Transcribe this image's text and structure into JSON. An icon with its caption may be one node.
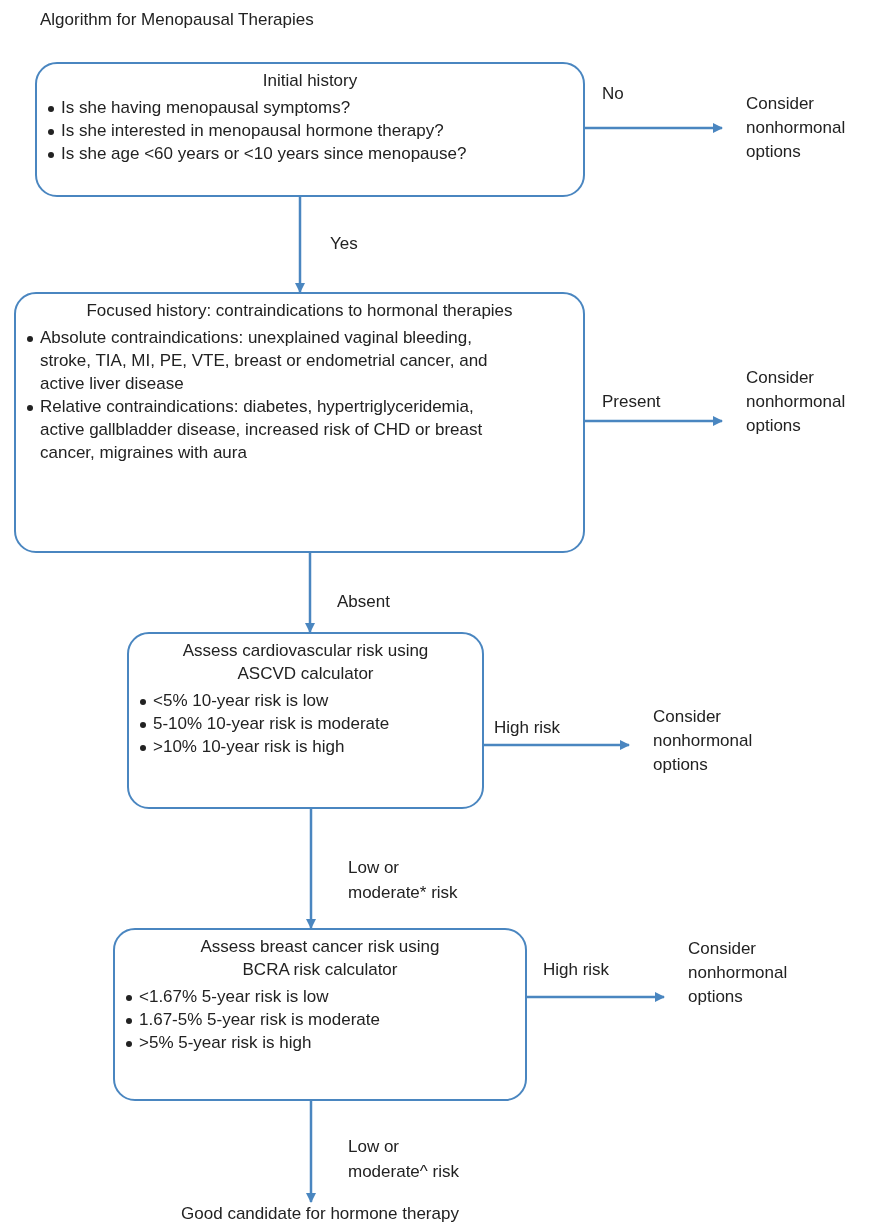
{
  "diagram": {
    "title": "Algorithm for Menopausal Therapies",
    "nodes": [
      {
        "text": [
          "Initial history",
          "Is she having menopausal symptoms?",
          "Is she interested in menopausal hormone therapy?",
          "Is she age <60 years or <10 years since menopause?"
        ]
      },
      {
        "text": [
          "Consider nonhormonal options"
        ]
      },
      {
        "text": [
          "Focused history: contraindications to hormonal therapies",
          "Absolute contraindications: unexplained vaginal bleeding, stroke, TIA, MI, PE, VTE, breast or endometrial cancer, and active liver disease",
          "Relative contraindications: diabetes, hypertriglyceridemia, active gallbladder disease, increased risk of CHD or breast cancer, migraines with aura"
        ]
      },
      {
        "text": [
          "Consider nonhormonal options"
        ]
      },
      {
        "text": [
          "Assess cardiovascular risk using ASCVD calculator",
          "<5% 10-year risk is low",
          "5-10% 10-year risk is moderate",
          ">10% 10-year risk is high"
        ]
      },
      {
        "text": [
          "Consider nonhormonal options"
        ]
      },
      {
        "text": [
          "Assess breast cancer risk using BCRA risk calculator",
          "<1.67% 5-year risk is low",
          "1.67-5% 5-year risk is moderate",
          ">5% 5-year risk is high"
        ]
      },
      {
        "text": [
          "Consider nonhormonal options"
        ]
      },
      {
        "text": [
          "Good candidate for hormone therapy"
        ]
      }
    ],
    "edges": [
      {
        "from": 0,
        "to": 1,
        "arrow": "to",
        "label": "No"
      },
      {
        "from": 0,
        "to": 2,
        "arrow": "to",
        "label": "Yes"
      },
      {
        "from": 2,
        "to": 3,
        "arrow": "to",
        "label": "Present"
      },
      {
        "from": 2,
        "to": 4,
        "arrow": "to",
        "label": "Absent"
      },
      {
        "from": 4,
        "to": 5,
        "arrow": "to",
        "label": "High risk"
      },
      {
        "from": 4,
        "to": 6,
        "arrow": "to",
        "label": "Low or moderate* risk"
      },
      {
        "from": 6,
        "to": 7,
        "arrow": "to",
        "label": "High risk"
      },
      {
        "from": 6,
        "to": 8,
        "arrow": "to",
        "label": "Low or moderate^ risk"
      }
    ]
  }
}
